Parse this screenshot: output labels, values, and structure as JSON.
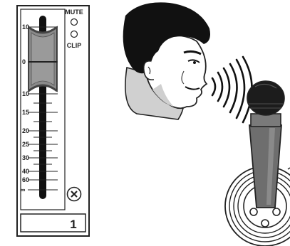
{
  "channel_strip": {
    "mute_label": "MUTE",
    "clip_label": "CLIP",
    "channel_number": "1",
    "upper_scale": [
      "10",
      "0"
    ],
    "lower_scale": [
      "10",
      "15",
      "20",
      "25",
      "30",
      "40",
      "60",
      "∞"
    ],
    "fader_level": "0",
    "mute_led_state": "off",
    "clip_led_state": "off",
    "mute_button_icon": "x-circle-icon"
  },
  "illustration": {
    "person_icon": "speaking-head-icon",
    "sound_icon": "sound-waves-icon",
    "microphone_icon": "dynamic-microphone-icon",
    "connector_icon": "xlr-connector-icon"
  },
  "colors": {
    "line": "#222222",
    "fader_cap": "#8a8a8a",
    "fader_slot": "#111111",
    "mic_body": "#6e6e6e",
    "mic_grille": "#1c1c1c",
    "skin_shade": "#d9d9d9",
    "hair": "#111111"
  }
}
